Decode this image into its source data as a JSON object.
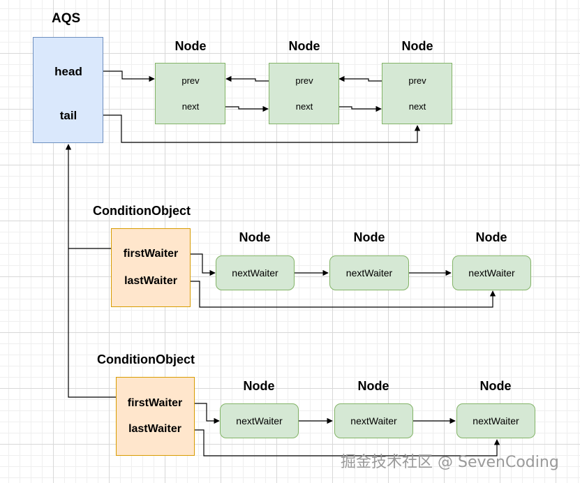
{
  "aqs": {
    "title": "AQS",
    "head_label": "head",
    "tail_label": "tail"
  },
  "sync_queue": {
    "nodes": [
      {
        "title": "Node",
        "prev": "prev",
        "next": "next"
      },
      {
        "title": "Node",
        "prev": "prev",
        "next": "next"
      },
      {
        "title": "Node",
        "prev": "prev",
        "next": "next"
      }
    ]
  },
  "condition_objects": [
    {
      "title": "ConditionObject",
      "first_waiter": "firstWaiter",
      "last_waiter": "lastWaiter",
      "nodes": [
        {
          "title": "Node",
          "label": "nextWaiter"
        },
        {
          "title": "Node",
          "label": "nextWaiter"
        },
        {
          "title": "Node",
          "label": "nextWaiter"
        }
      ]
    },
    {
      "title": "ConditionObject",
      "first_waiter": "firstWaiter",
      "last_waiter": "lastWaiter",
      "nodes": [
        {
          "title": "Node",
          "label": "nextWaiter"
        },
        {
          "title": "Node",
          "label": "nextWaiter"
        },
        {
          "title": "Node",
          "label": "nextWaiter"
        }
      ]
    }
  ],
  "watermark": "掘金技术社区 @ SevenCoding",
  "colors": {
    "aqs_fill": "#dae8fc",
    "aqs_stroke": "#6c8ebf",
    "node_fill": "#d5e8d4",
    "node_stroke": "#82b366",
    "condition_fill": "#ffe6cc",
    "condition_stroke": "#d79b00"
  }
}
